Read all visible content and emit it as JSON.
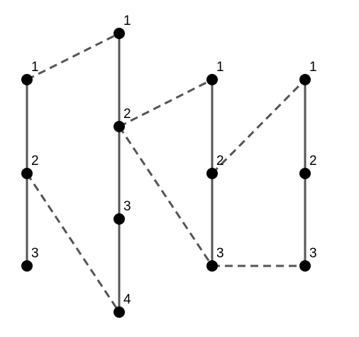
{
  "nodes": [
    {
      "id": "c1n1",
      "column": 1,
      "label": "1"
    },
    {
      "id": "c1n2",
      "column": 1,
      "label": "2"
    },
    {
      "id": "c1n3",
      "column": 1,
      "label": "3"
    },
    {
      "id": "c2n1",
      "column": 2,
      "label": "1"
    },
    {
      "id": "c2n2",
      "column": 2,
      "label": "2"
    },
    {
      "id": "c2n3",
      "column": 2,
      "label": "3"
    },
    {
      "id": "c2n4",
      "column": 2,
      "label": "4"
    },
    {
      "id": "c3n1",
      "column": 3,
      "label": "1"
    },
    {
      "id": "c3n2",
      "column": 3,
      "label": "2"
    },
    {
      "id": "c3n3",
      "column": 3,
      "label": "3"
    },
    {
      "id": "c4n1",
      "column": 4,
      "label": "1"
    },
    {
      "id": "c4n2",
      "column": 4,
      "label": "2"
    },
    {
      "id": "c4n3",
      "column": 4,
      "label": "3"
    }
  ],
  "solid_edges": [
    {
      "from": "c1n1",
      "to": "c1n3"
    },
    {
      "from": "c2n1",
      "to": "c2n4"
    },
    {
      "from": "c3n1",
      "to": "c3n3"
    },
    {
      "from": "c4n1",
      "to": "c4n3"
    }
  ],
  "dashed_edges": [
    {
      "from": "c1n1",
      "to": "c2n1"
    },
    {
      "from": "c1n2",
      "to": "c2n4"
    },
    {
      "from": "c2n2",
      "to": "c3n1"
    },
    {
      "from": "c2n2",
      "to": "c3n3"
    },
    {
      "from": "c3n2",
      "to": "c4n1"
    },
    {
      "from": "c3n3",
      "to": "c4n3"
    }
  ],
  "colors": {
    "edge": "#555555",
    "node": "#000000",
    "label": "#000000"
  }
}
